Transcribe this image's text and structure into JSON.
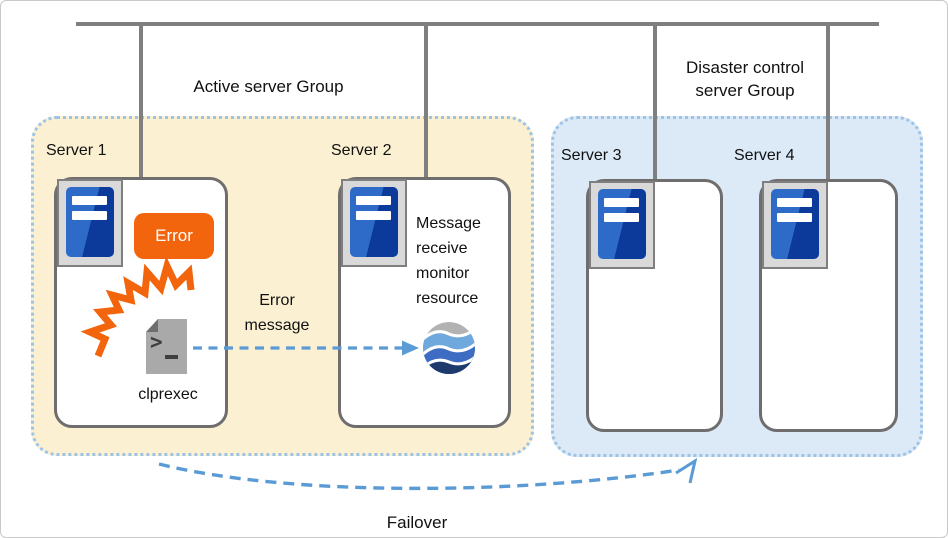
{
  "groups": {
    "active": {
      "label": "Active server Group",
      "servers": [
        "Server 1",
        "Server 2"
      ]
    },
    "disaster": {
      "label": "Disaster control server Group",
      "servers": [
        "Server 3",
        "Server 4"
      ]
    }
  },
  "servers": [
    {
      "name": "Server 1",
      "icon": "server-icon",
      "badge": "Error",
      "command_label": "clprexec",
      "extra_icons": [
        "error-burst-icon",
        "terminal-command-icon"
      ]
    },
    {
      "name": "Server 2",
      "icon": "server-icon",
      "resource_label": "Message receive monitor resource",
      "extra_icons": [
        "monitor-resource-icon"
      ]
    },
    {
      "name": "Server 3",
      "icon": "server-icon"
    },
    {
      "name": "Server 4",
      "icon": "server-icon"
    }
  ],
  "flows": [
    {
      "label": "Error message",
      "from": "Server 1",
      "to": "Server 2",
      "style": "dashed-straight-arrow"
    },
    {
      "label": "Failover",
      "from": "Active server Group",
      "to": "Disaster control server Group",
      "style": "dashed-curved-arrow"
    }
  ],
  "colors": {
    "connector_gray": "#7f7f7f",
    "group_border_blue": "#9dc3e6",
    "active_group_fill": "#fbf0d2",
    "disaster_group_fill": "#dce9f6",
    "error_orange": "#f3650c",
    "arrow_blue": "#5b9bd5",
    "server_icon_blue_light": "#2e6ac7",
    "server_icon_blue_dark": "#0c3a9b"
  }
}
